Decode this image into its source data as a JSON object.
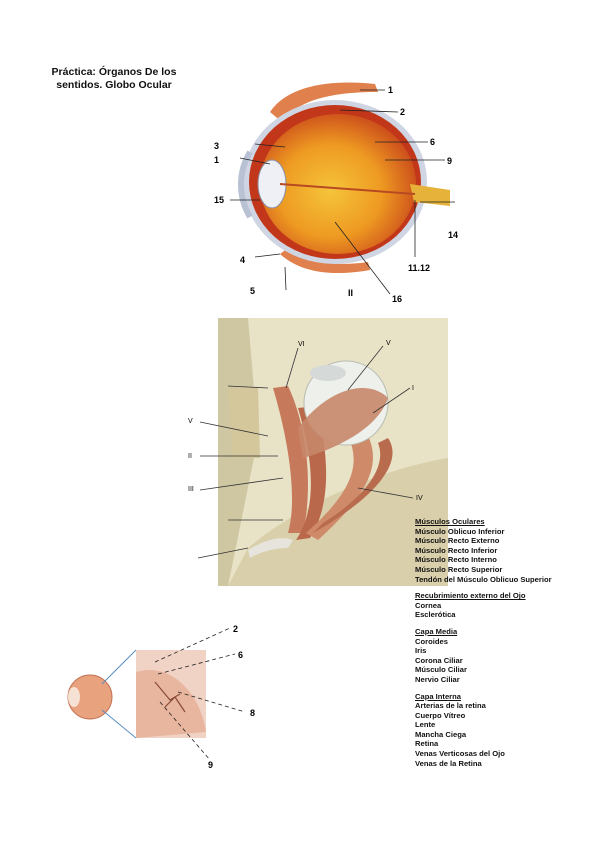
{
  "title": {
    "line1": "Práctica:  Órganos De los",
    "line2": "sentidos. Globo Ocular"
  },
  "figure1": {
    "labels": [
      "1",
      "2",
      "6",
      "9",
      "3",
      "1",
      "15",
      "14",
      "4",
      "11.12",
      "5",
      "II",
      "16"
    ]
  },
  "figure2": {
    "labels": [
      "VI",
      "V",
      "I",
      "V",
      "II",
      "III",
      "IV"
    ]
  },
  "figure3": {
    "labels": [
      "2",
      "6",
      "8",
      "9"
    ]
  },
  "legend": {
    "sections": [
      {
        "heading": "Músculos Oculares",
        "items": [
          "Músculo Oblicuo Inferior",
          "Músculo Recto Externo",
          "Músculo Recto Inferior",
          "Músculo Recto Interno",
          "Músculo Recto Superior",
          "Tendón del Músculo Oblicuo Superior"
        ]
      },
      {
        "heading": "Recubrimiento externo del Ojo",
        "items": [
          "Cornea",
          "Esclerótica"
        ]
      },
      {
        "heading": "Capa Media",
        "items": [
          "Coroides",
          "Iris",
          "Corona Ciliar",
          "Músculo Ciliar",
          "Nervio Ciliar"
        ]
      },
      {
        "heading": "Capa Interna",
        "items": [
          "Arterias de la retina",
          "Cuerpo Vítreo",
          "Lente",
          "Mancha Ciega",
          "Retina",
          "Venas Verticosas del Ojo",
          "Venas de la Retina"
        ]
      }
    ]
  }
}
